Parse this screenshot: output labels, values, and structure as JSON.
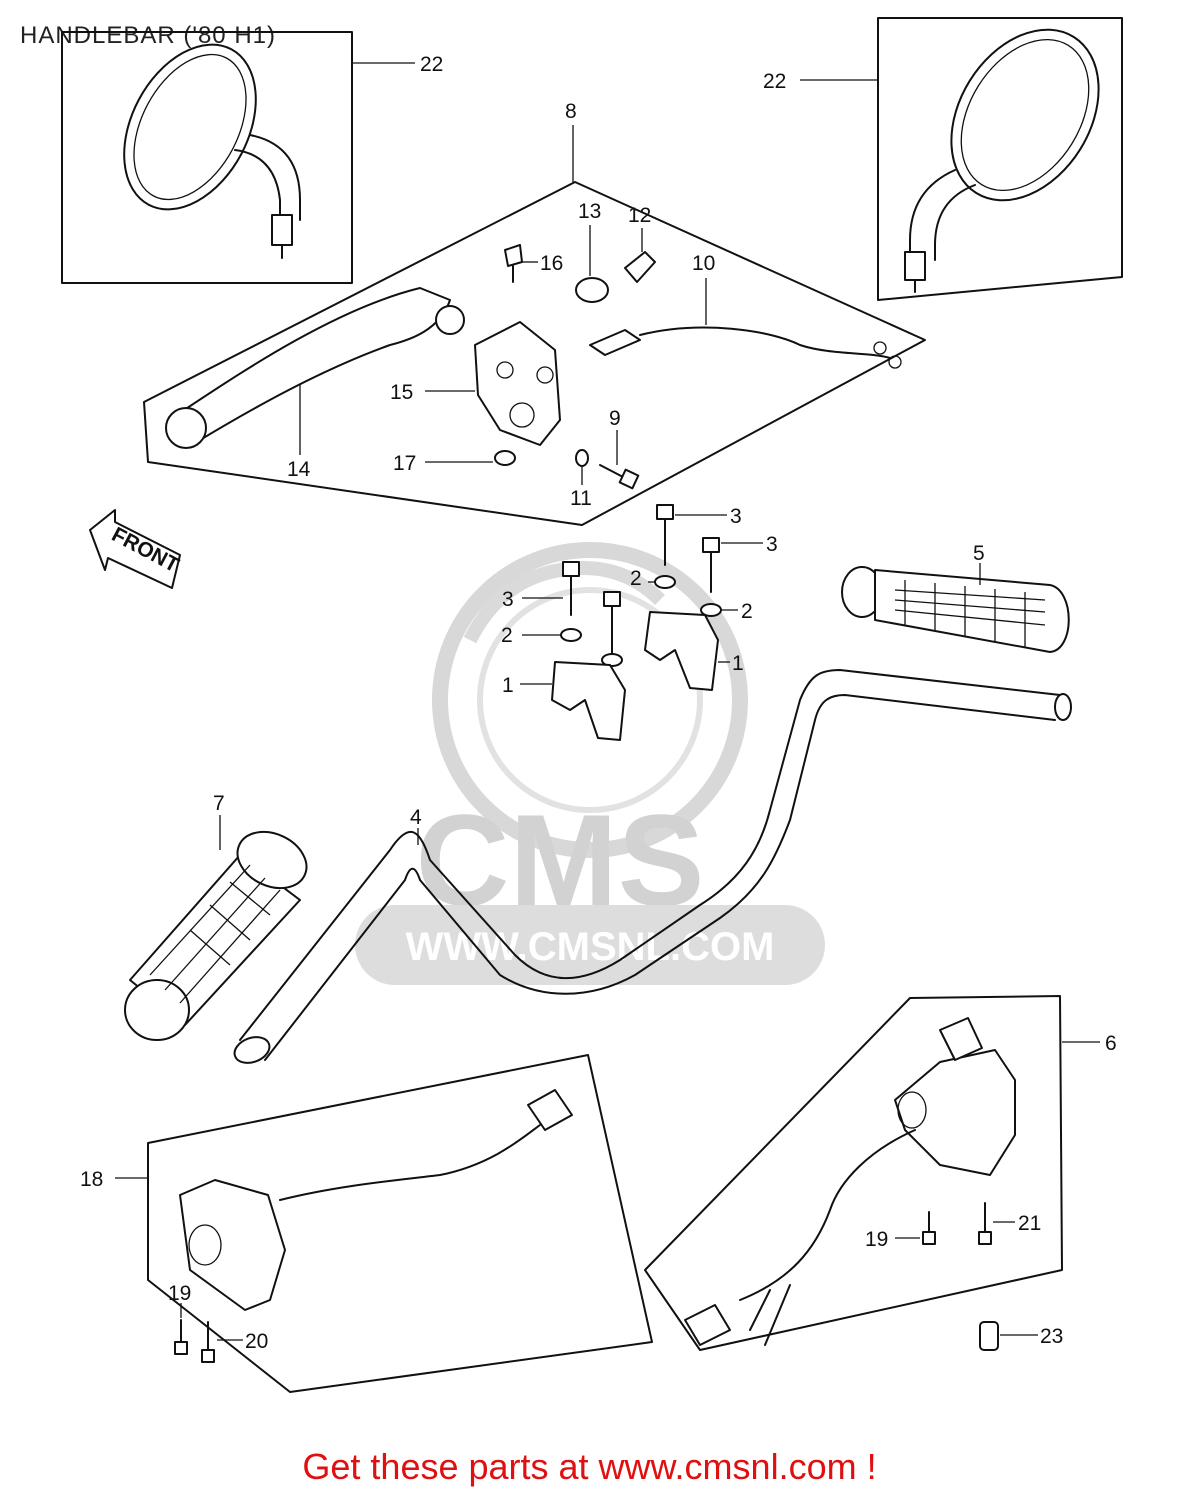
{
  "title": "HANDLEBAR ('80 H1)",
  "footer": "Get these parts at www.cmsnl.com !",
  "watermark": {
    "logo_text": "CMS",
    "url_text": "WWW.CMSNL.COM",
    "color": "#d2d2d2"
  },
  "front_arrow_label": "FRONT",
  "colors": {
    "line": "#111111",
    "footer": "#e01010",
    "watermark": "#d2d2d2"
  },
  "callouts": [
    "1",
    "1",
    "2",
    "2",
    "2",
    "3",
    "3",
    "3",
    "4",
    "5",
    "6",
    "7",
    "8",
    "9",
    "10",
    "11",
    "12",
    "13",
    "14",
    "15",
    "16",
    "17",
    "18",
    "19",
    "19",
    "20",
    "21",
    "22",
    "22",
    "23"
  ]
}
